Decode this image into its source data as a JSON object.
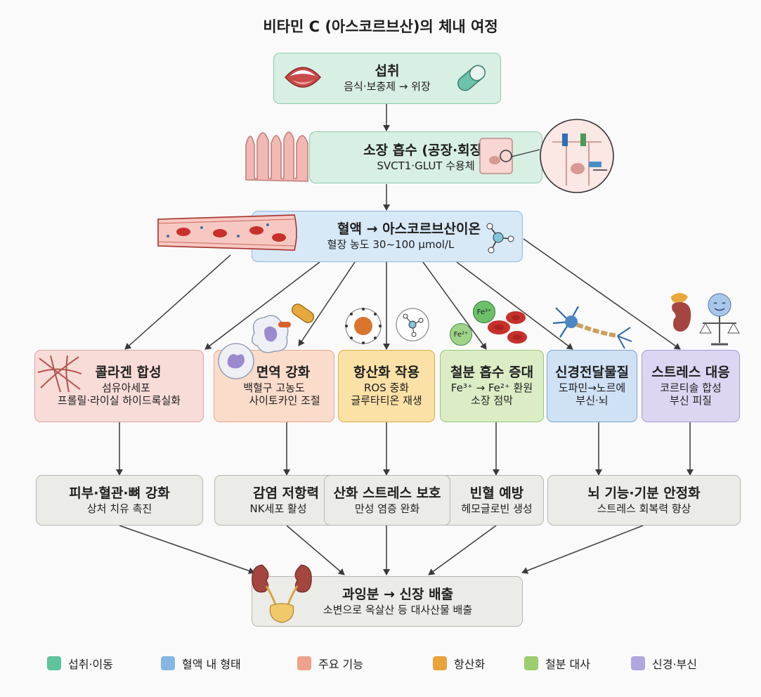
{
  "title": "비타민 C (아스코르브산)의 체내 여정",
  "intake": {
    "title": "섭취",
    "sub": "음식·보충제 → 위장"
  },
  "absorption": {
    "title": "소장 흡수 (공장·회장)",
    "sub": "SVCT1·GLUT 수용체"
  },
  "blood": {
    "title": "혈액 → 아스코르브산이온",
    "sub": "혈장 농도 30~100 μmol/L"
  },
  "functions": [
    {
      "title": "콜라겐 합성",
      "lines": [
        "섬유아세포",
        "프롤릴·라이실 하이드록실화"
      ]
    },
    {
      "title": "면역 강화",
      "lines": [
        "백혈구 고농도",
        "사이토카인 조절"
      ]
    },
    {
      "title": "항산화 작용",
      "lines": [
        "ROS 중화",
        "글루타티온 재생"
      ]
    },
    {
      "title": "철분 흡수 증대",
      "lines": [
        "Fe³⁺ → Fe²⁺ 환원",
        "소장 점막"
      ]
    },
    {
      "title": "신경전달물질",
      "lines": [
        "도파민→노르에",
        "부신·뇌"
      ]
    },
    {
      "title": "스트레스 대응",
      "lines": [
        "코르티솔 합성",
        "부신 피질"
      ]
    }
  ],
  "outcomes": [
    {
      "title": "피부·혈관·뼈 강화",
      "sub": "상처 치유 촉진"
    },
    {
      "title": "감염 저항력",
      "sub": "NK세포 활성"
    },
    {
      "title": "산화 스트레스 보호",
      "sub": "만성 염증 완화"
    },
    {
      "title": "빈혈 예방",
      "sub": "헤모글로빈 생성"
    },
    {
      "title": "뇌 기능·기분 안정화",
      "sub": "스트레스 회복력 향상"
    }
  ],
  "excretion": {
    "title": "과잉분 → 신장 배출",
    "sub": "소변으로 옥살산 등 대사산물 배출"
  },
  "iron_labels": {
    "fe3": "Fe³⁺",
    "fe2": "Fe²⁺"
  },
  "legend": [
    {
      "label": "섭취·이동",
      "color": "#5fc39c"
    },
    {
      "label": "혈액 내 형태",
      "color": "#86b6e2"
    },
    {
      "label": "주요 기능",
      "color": "#eea28c"
    },
    {
      "label": "항산화",
      "color": "#e9a33a"
    },
    {
      "label": "철분 대사",
      "color": "#9ccd6e"
    },
    {
      "label": "신경·부신",
      "color": "#b1a6e0"
    }
  ]
}
